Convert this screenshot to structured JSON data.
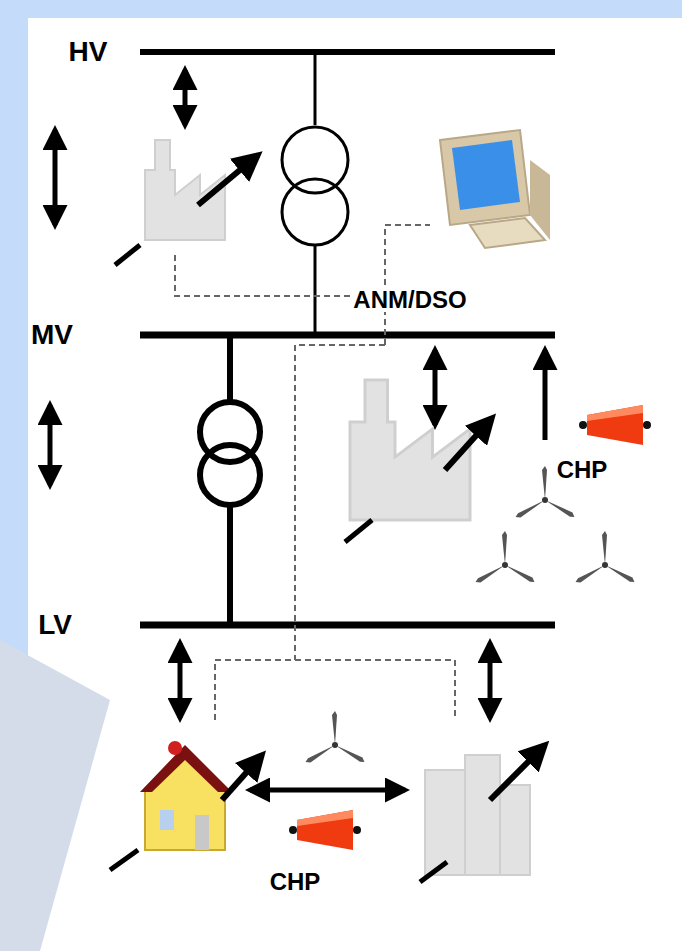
{
  "diagram": {
    "labels": [
      "HV",
      "MV",
      "LV",
      "ANM/DSO",
      "CHP",
      "CHP"
    ]
  }
}
